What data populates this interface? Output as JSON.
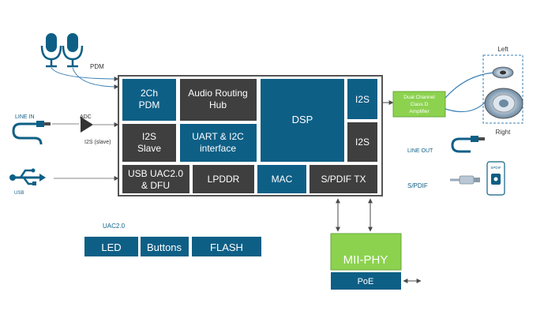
{
  "colors": {
    "blue": "#0e5f86",
    "gray": "#3f3f3f",
    "green": "#8cd24f",
    "arrow": "#5a5a5a",
    "wire": "#3a7fb5",
    "label": "#0e5f86"
  },
  "inputs": {
    "pdm_label": "PDM",
    "line_in_label": "LINE IN",
    "adc_label": "ADC",
    "i2s_slave_label": "I2S (slave)",
    "usb_label": "USB"
  },
  "soc": {
    "pdm_block": [
      "2Ch",
      "PDM"
    ],
    "audio_routing_hub": [
      "Audio Routing",
      "Hub"
    ],
    "dsp": "DSP",
    "i2s_top": "I2S",
    "i2s_slave_block": [
      "I2S",
      "Slave"
    ],
    "uart_i2c_block": [
      "UART & I2C",
      "interface"
    ],
    "i2s_bottom": "I2S",
    "usb_uac_block": [
      "USB UAC2.0",
      "& DFU"
    ],
    "lpddr": "LPDDR",
    "mac": "MAC",
    "spdif_tx": "S/PDIF TX"
  },
  "amplifier": [
    "Dual Channel",
    "Class D",
    "Amplifier"
  ],
  "outputs": {
    "left_label": "Left",
    "right_label": "Right",
    "line_out_label": "LINE OUT",
    "spdif_label": "S/PDIF",
    "spdif_jack_text": "SPDIF"
  },
  "network": {
    "mii_phy": "MII-PHY",
    "poe": "PoE"
  },
  "peripherals": {
    "group_label": "UAC2.0",
    "led": "LED",
    "buttons": "Buttons",
    "flash": "FLASH"
  }
}
